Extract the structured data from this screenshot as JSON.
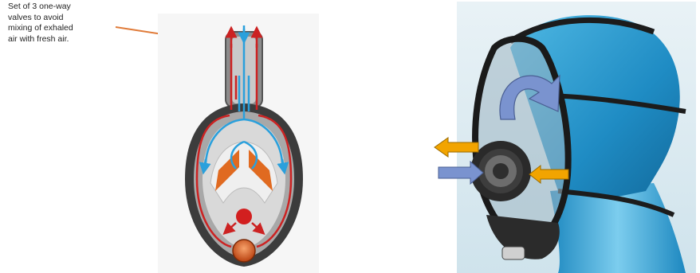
{
  "annotation": {
    "lines": [
      "Set of 3 one-way",
      "valves to avoid",
      "mixing of exhaled",
      "air with fresh air."
    ]
  },
  "colors": {
    "exhaled_flow": "#cc2222",
    "fresh_flow": "#2aa0dc",
    "pointer": "#e07b39",
    "orange_arrow": "#f2a400",
    "blue_arrow": "#7a93cf",
    "dome_orange": "#e06a20"
  },
  "figures": {
    "left": "snorkel-mask-cutaway-diagram",
    "right": "full-face-respirator-photo"
  }
}
